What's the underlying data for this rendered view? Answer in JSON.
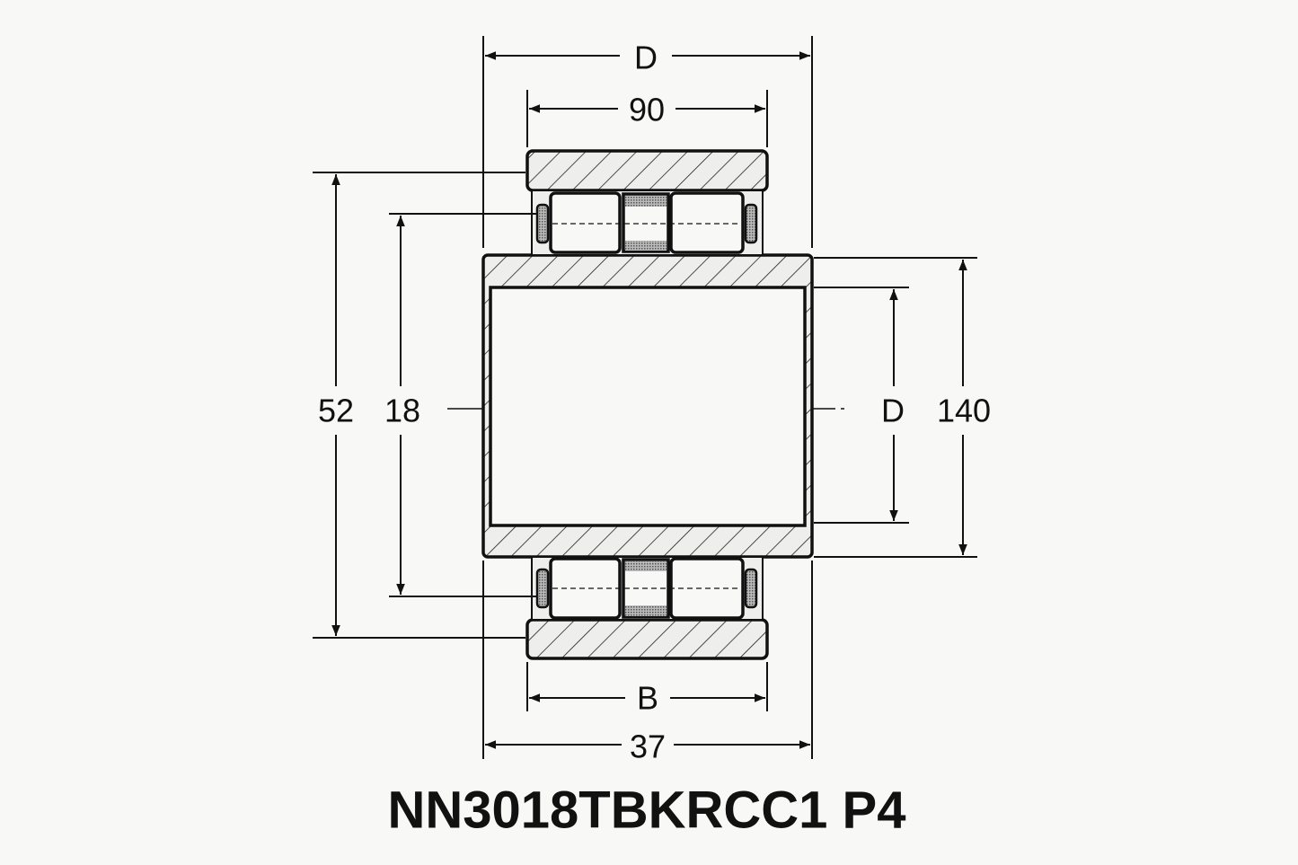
{
  "diagram": {
    "title": "NN3018TBKRCC1 P4",
    "labels": {
      "top_outer": "D",
      "top_inner": "90",
      "left_outer": "52",
      "left_inner": "18",
      "right_inner": "D",
      "right_outer": "140",
      "bottom_inner": "B",
      "bottom_outer": "37"
    },
    "colors": {
      "line": "#111111",
      "background": "#f8f8f6",
      "fill": "#eeeeec"
    }
  }
}
